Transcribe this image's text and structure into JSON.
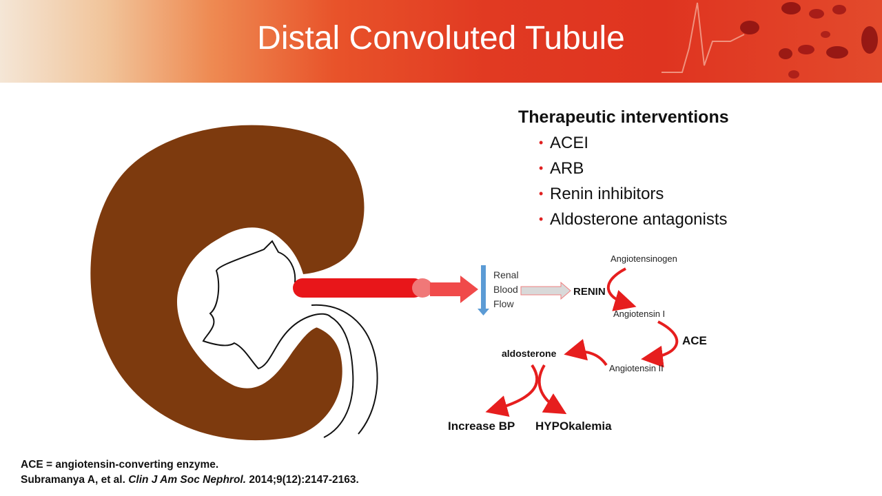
{
  "slide": {
    "title": "Distal Convoluted Tubule"
  },
  "therapy": {
    "heading": "Therapeutic interventions",
    "items": [
      "ACEI",
      "ARB",
      "Renin inhibitors",
      "Aldosterone antagonists"
    ]
  },
  "pathway": {
    "flow_label_1": "Renal",
    "flow_label_2": "Blood",
    "flow_label_3": "Flow",
    "renin": "RENIN",
    "angiotensinogen": "Angiotensinogen",
    "angiotensin_1": "Angiotensin I",
    "ace": "ACE",
    "angiotensin_2": "Angiotensin II",
    "aldosterone": "aldosterone",
    "increase_bp": "Increase BP",
    "hypokalemia": "HYPOkalemia"
  },
  "footer": {
    "abbreviation": "ACE = angiotensin-converting enzyme.",
    "citation_authors": "Subramanya A, et al.",
    "citation_journal": "Clin J Am Soc Nephrol.",
    "citation_details": "2014;9(12):2147-2163."
  },
  "colors": {
    "kidney": "#7d3a0e",
    "artery": "#e8161a",
    "arrow_red": "#e61e1e",
    "flow_blue": "#5b9bd5",
    "gray_arrow": "#d9d9d9"
  }
}
